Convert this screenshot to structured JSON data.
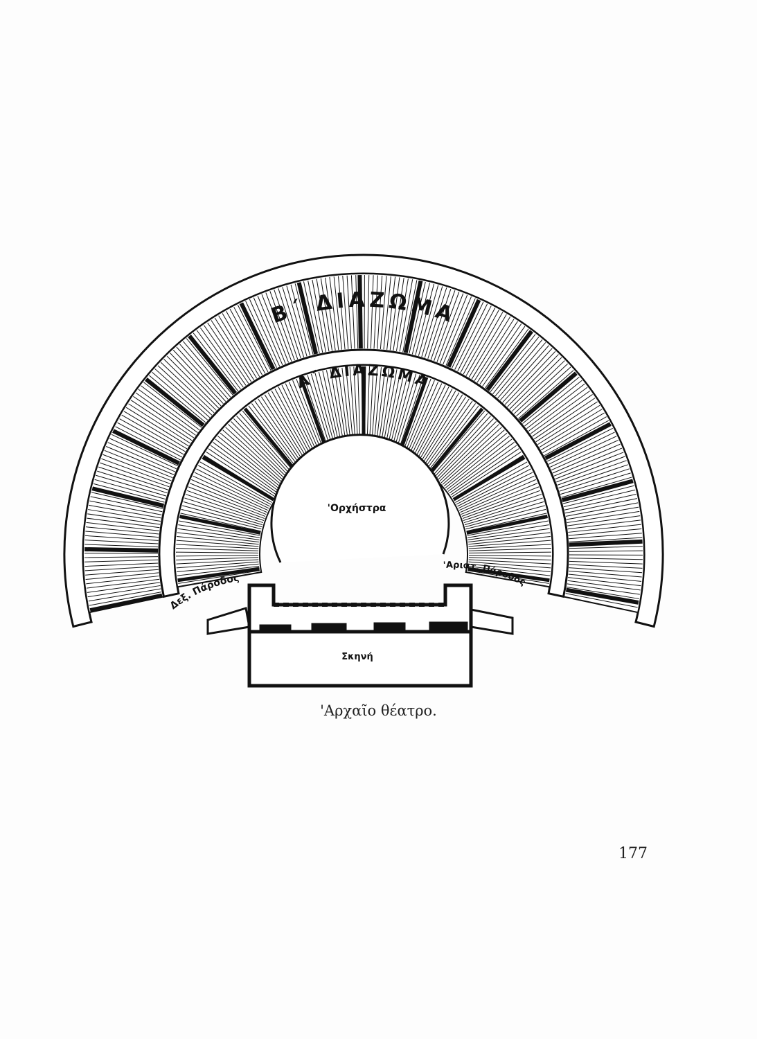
{
  "diagram": {
    "labels": {
      "upper_diazoma": "Β΄ ΔΙΑΖΩΜΑ",
      "lower_diazoma": "Α΄ ΔΙΑΖΩΜΑ",
      "orchestra": "'Ορχήστρα",
      "left_parodos": "Δεξ. Πάροδος",
      "right_parodos": "'Αριστ. Πάροδος",
      "skene": "Σκηνή"
    }
  },
  "caption": "'Αρχαῖο θέατρο.",
  "page_number": "177"
}
